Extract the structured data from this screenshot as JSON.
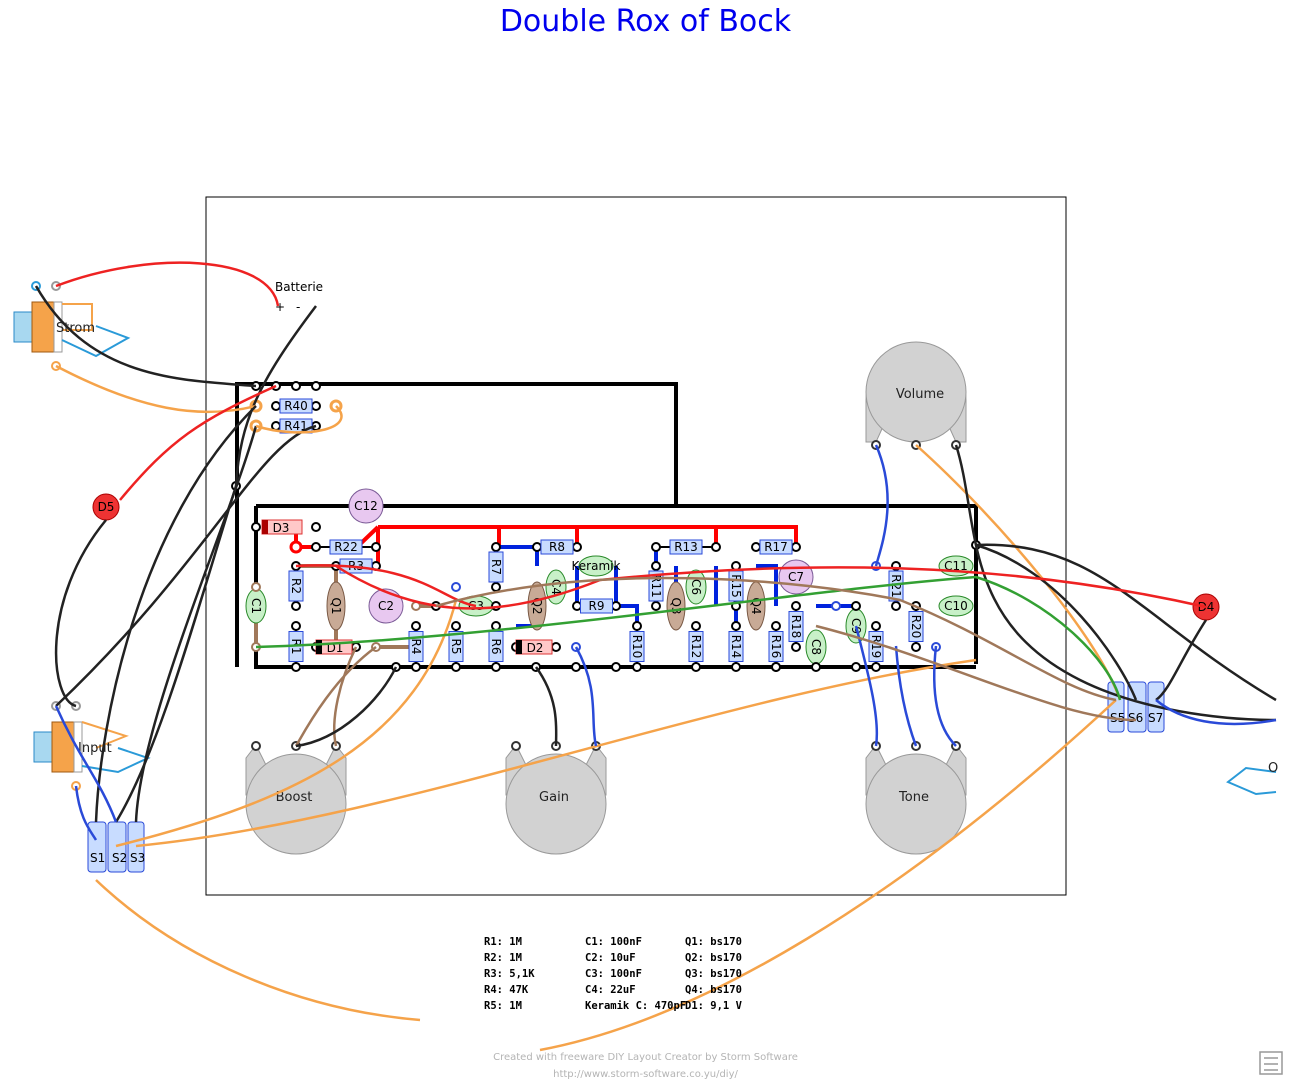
{
  "title": "Double Rox of Bock",
  "labels": {
    "batterie": "Batterie",
    "batt_plus": "+",
    "batt_minus": "-",
    "strom": "Strom",
    "input": "Input",
    "output": "O",
    "keramik": "Keramik"
  },
  "pots": [
    "Volume",
    "Boost",
    "Gain",
    "Tone"
  ],
  "resistors": [
    "R1",
    "R2",
    "R3",
    "R4",
    "R5",
    "R6",
    "R7",
    "R8",
    "R9",
    "R10",
    "R11",
    "R12",
    "R13",
    "R14",
    "R15",
    "R16",
    "R17",
    "R18",
    "R19",
    "R20",
    "R21",
    "R22",
    "R40",
    "R41"
  ],
  "capacitors": [
    "C1",
    "C2",
    "C3",
    "C4",
    "C6",
    "C7",
    "C8",
    "C9",
    "C10",
    "C11",
    "C12"
  ],
  "transistors": [
    "Q1",
    "Q2",
    "Q3",
    "Q4"
  ],
  "diodes": [
    "D1",
    "D2",
    "D3"
  ],
  "leds": [
    "D4",
    "D5"
  ],
  "switch_labels": [
    "S1",
    "S2",
    "S3",
    "S5",
    "S6",
    "S7"
  ],
  "legend": {
    "col1": [
      "R1: 1M",
      "R2: 1M",
      "R3: 5,1K",
      "R4: 47K",
      "R5: 1M"
    ],
    "col2": [
      "C1: 100nF",
      "C2: 10uF",
      "C3: 100nF",
      "C4: 22uF",
      "Keramik C: 470pF"
    ],
    "col3": [
      "Q1: bs170",
      "Q2: bs170",
      "Q3: bs170",
      "Q4: bs170",
      "D1: 9,1 V"
    ]
  },
  "footer": {
    "line1": "Created with freeware DIY Layout Creator by Storm Software",
    "line2": "http://www.storm-software.co.yu/diy/"
  },
  "colors": {
    "title": "#0000ee",
    "trace_black": "#000000",
    "trace_red": "#ff0000",
    "trace_blue": "#0022dd",
    "trace_brown": "#a0785a",
    "wire_orange": "#f5a34a",
    "wire_green": "#33a033",
    "resistor_fill": "#c8dcff",
    "capacitor_fill": "#c8f0c8",
    "electrolytic_fill": "#e8c8f0",
    "transistor_fill": "#c8aa96",
    "diode_fill": "#ffc8c8",
    "led_fill": "#ee3333",
    "pot_fill": "#d2d2d2"
  }
}
